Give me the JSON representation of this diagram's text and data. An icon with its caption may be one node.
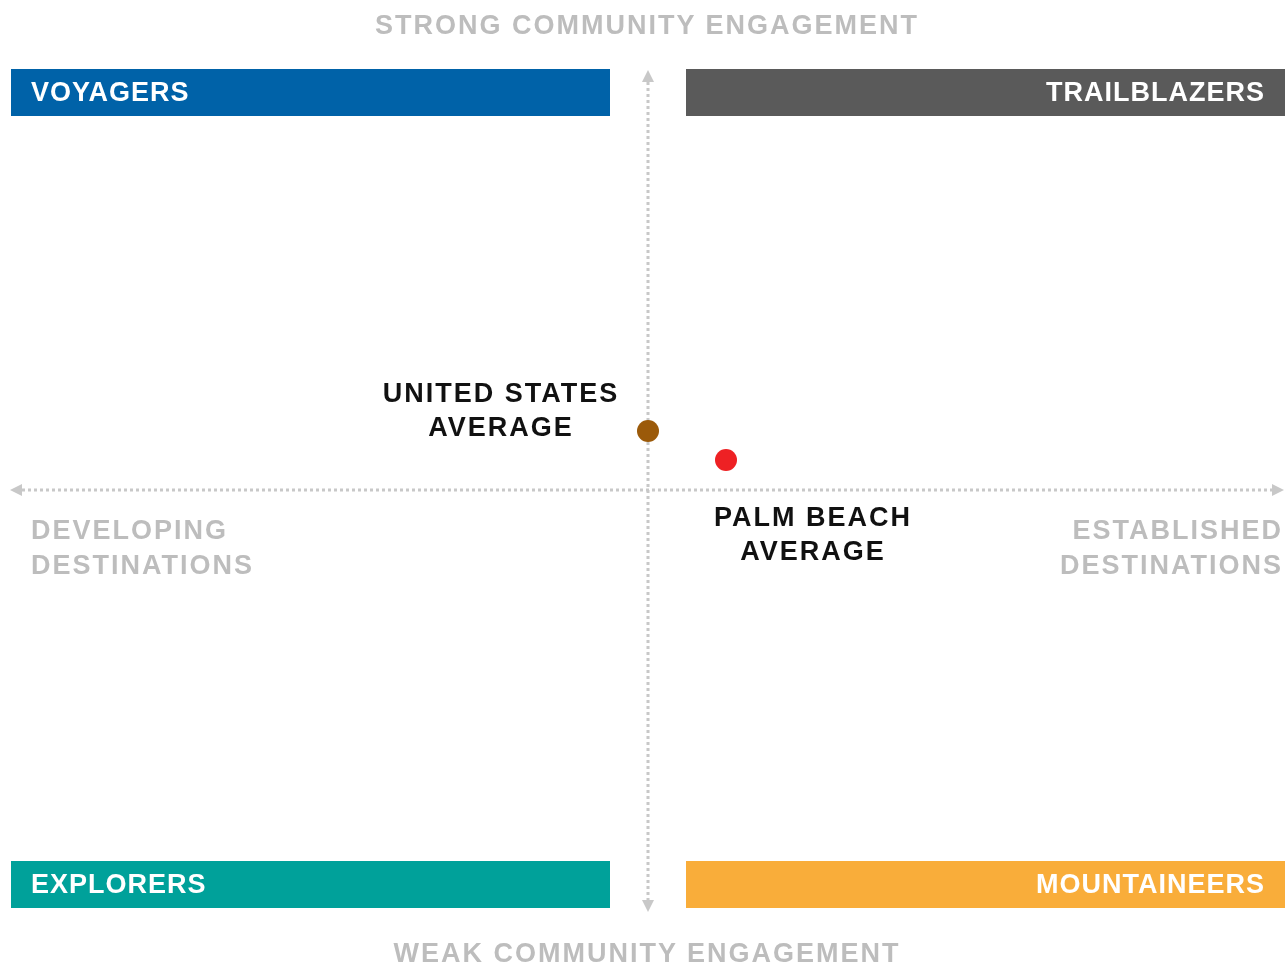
{
  "diagram": {
    "nodes": [
      {
        "text": [
          "VOYAGERS"
        ]
      },
      {
        "text": [
          "TRAILBLAZERS"
        ]
      },
      {
        "text": [],
        "shape": "circle",
        "beside": [
          "UNITED STATES AVERAGE"
        ]
      },
      {
        "text": [],
        "shape": "circle",
        "beside": [
          "PALM BEACH AVERAGE"
        ]
      },
      {
        "text": [
          "EXPLORERS"
        ]
      },
      {
        "text": [
          "MOUNTAINEERS"
        ]
      }
    ],
    "edges": [],
    "labels": [
      "STRONG COMMUNITY ENGAGEMENT",
      "DEVELOPING DESTINATIONS",
      "ESTABLISHED DESTINATIONS",
      "WEAK COMMUNITY ENGAGEMENT"
    ]
  }
}
